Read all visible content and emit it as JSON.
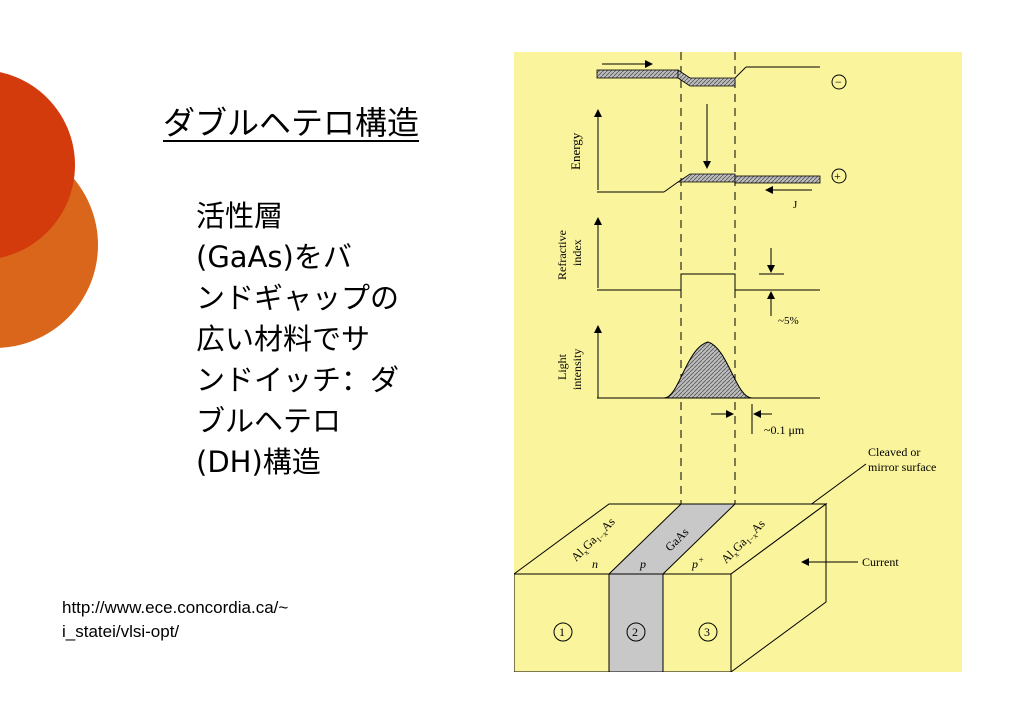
{
  "title": "ダブルヘテロ構造",
  "body_lines": [
    "活性層",
    "(GaAs)をバ",
    "ンドギャップの",
    "広い材料でサ",
    "ンドイッチ：ダ",
    "ブルヘテロ",
    "(DH)構造"
  ],
  "source_lines": [
    "http://www.ece.concordia.ca/~",
    "i_statei/vlsi-opt/"
  ],
  "figure": {
    "minus_sign": "−",
    "plus_sign": "+",
    "energy_label": "Energy",
    "j_label": "J",
    "refractive_label_1": "Refractive",
    "refractive_label_2": "index",
    "percent_label": "~5%",
    "light_label_1": "Light",
    "light_label_2": "intensity",
    "um_label": "~0.1 μm",
    "cleaved_1": "Cleaved or",
    "cleaved_2": "mirror surface",
    "current_label": "Current",
    "n_label": "n",
    "p_label": "p",
    "pplus_label": "p",
    "pplus_sup": "+",
    "gaas_label": "GaAs",
    "algaas_left": "Al",
    "algaas_left_x": "x",
    "algaas_left_mid": "Ga",
    "algaas_left_sub": "1−x",
    "algaas_left_as": "As",
    "algaas_right": "Al",
    "algaas_right_x": "x",
    "algaas_right_mid": "Ga",
    "algaas_right_sub": "1−x",
    "algaas_right_as": "As",
    "region_1": "1",
    "region_2": "2",
    "region_3": "3"
  },
  "colors": {
    "figure_bg": "#faf59c",
    "active_gray": "#c8c8c8",
    "deco_red": "#d33a0c",
    "deco_orange": "#d9661a"
  }
}
